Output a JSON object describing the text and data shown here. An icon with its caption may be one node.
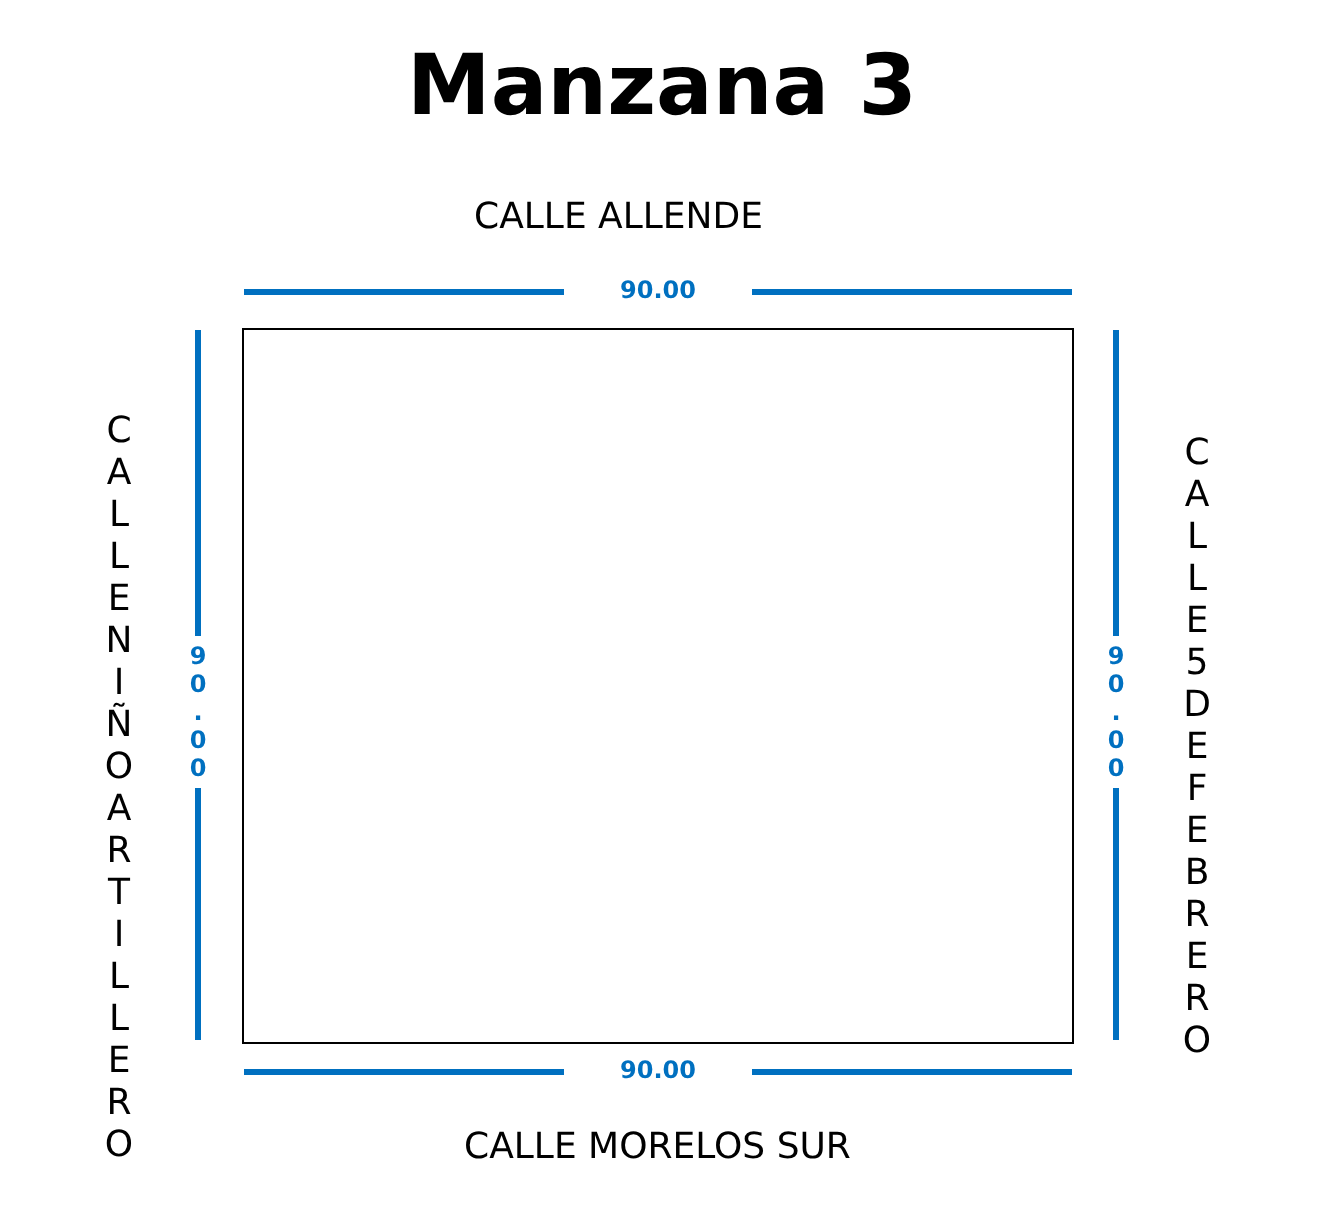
{
  "diagram": {
    "title": "Manzana 3",
    "nodes": [
      {
        "text": [],
        "shape": "box"
      }
    ],
    "edges": [],
    "labels": [
      "CALLE ALLENDE",
      "90.00",
      "CALLENIÑOARTILLERO",
      "90.00",
      "90.00",
      "CALLE5DEFEBRERO",
      "90.00",
      "CALLE MORELOS SUR"
    ]
  }
}
